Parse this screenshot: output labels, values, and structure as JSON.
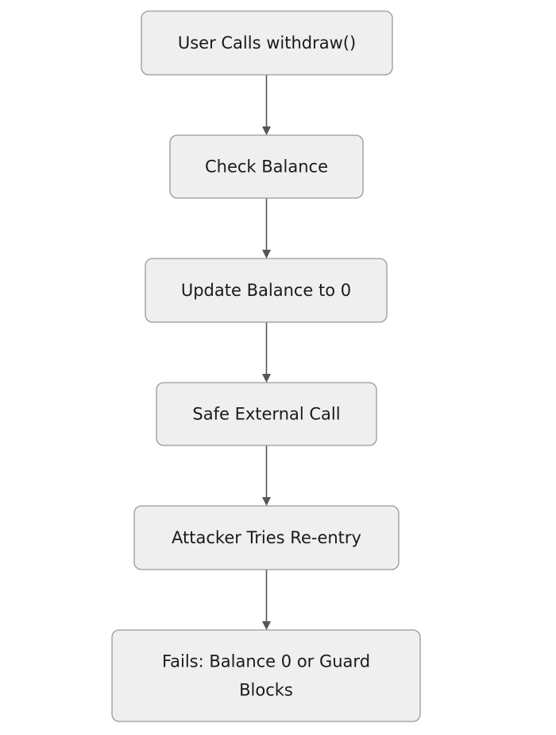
{
  "flowchart": {
    "nodes": [
      {
        "id": "user-calls-withdraw",
        "lines": [
          "User Calls withdraw()"
        ]
      },
      {
        "id": "check-balance",
        "lines": [
          "Check Balance"
        ]
      },
      {
        "id": "update-balance",
        "lines": [
          "Update Balance to 0"
        ]
      },
      {
        "id": "safe-external-call",
        "lines": [
          "Safe External Call"
        ]
      },
      {
        "id": "attacker-tries-reentry",
        "lines": [
          "Attacker Tries Re-entry"
        ]
      },
      {
        "id": "fails-balance-or-guard",
        "lines": [
          "Fails: Balance 0 or Guard",
          "Blocks"
        ]
      }
    ],
    "edges": [
      {
        "from": "user-calls-withdraw",
        "to": "check-balance"
      },
      {
        "from": "check-balance",
        "to": "update-balance"
      },
      {
        "from": "update-balance",
        "to": "safe-external-call"
      },
      {
        "from": "safe-external-call",
        "to": "attacker-tries-reentry"
      },
      {
        "from": "attacker-tries-reentry",
        "to": "fails-balance-or-guard"
      }
    ],
    "colors": {
      "node_fill": "#efefef",
      "node_stroke": "#999999",
      "edge": "#555555",
      "text": "#1a1a1a"
    }
  }
}
